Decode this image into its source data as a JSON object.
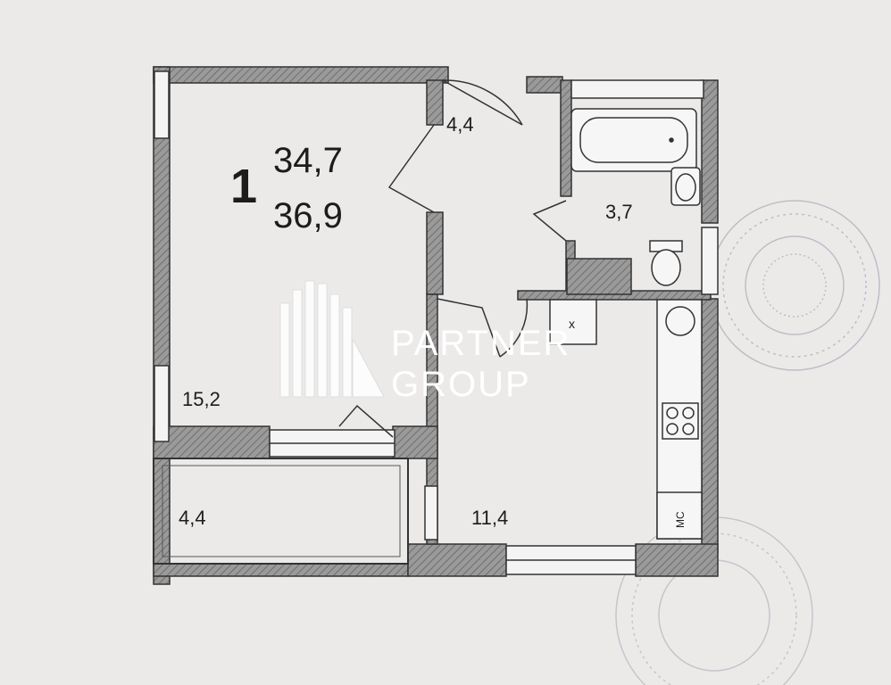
{
  "apartment": {
    "rooms_count": "1",
    "living_area": "34,7",
    "total_area": "36,9"
  },
  "rooms": {
    "living_room": "15,2",
    "hallway": "4,4",
    "bathroom": "3,7",
    "kitchen": "11,4",
    "loggia": "4,4"
  },
  "fixtures": {
    "ventilation_mark": "x",
    "utility_closet": "МС"
  },
  "watermark": {
    "line1": "PARTNER",
    "line2": "GROUP"
  },
  "colors": {
    "wall_fill": "#8a8a8a",
    "wall_stroke": "#333333",
    "paper": "#eceae9",
    "stamp": "#9a96a8"
  }
}
